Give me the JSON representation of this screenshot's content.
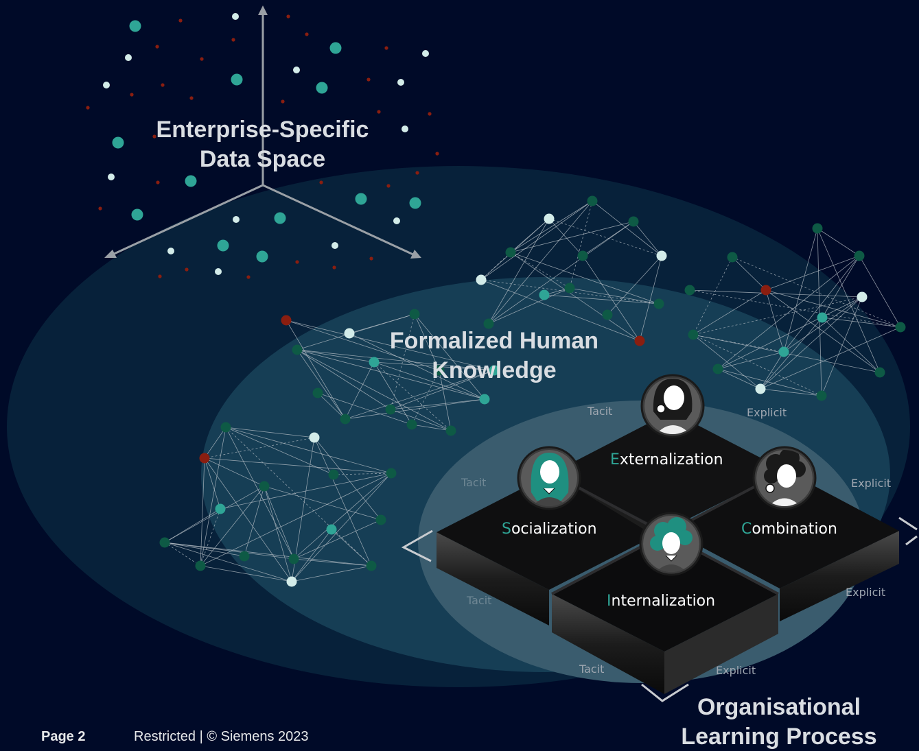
{
  "labels": {
    "data_space": "Enterprise-Specific Data Space",
    "human_knowledge": "Formalized Human Knowledge",
    "learning_process": "Organisational Learning Process"
  },
  "seci": {
    "externalization": {
      "initial": "E",
      "rest": "xternalization"
    },
    "socialization": {
      "initial": "S",
      "rest": "ocialization"
    },
    "combination": {
      "initial": "C",
      "rest": "ombination"
    },
    "internalization": {
      "initial": "I",
      "rest": "nternalization"
    }
  },
  "flows": {
    "tacit": "Tacit",
    "explicit": "Explicit"
  },
  "footer": {
    "page": "Page 2",
    "restricted": "Restricted | © Siemens 2023"
  },
  "colors": {
    "background": "#000a28",
    "outer_ellipse": "#07213a",
    "middle_ellipse": "#163e55",
    "inner_ellipse": "#3a5c6e",
    "teal_accent": "#2fa596",
    "dark_green": "#0e5a45",
    "light_node": "#d3ece9",
    "red_node": "#8a1e10"
  },
  "icons": [
    "axes-icon",
    "network-graph-icon",
    "person-avatar-icon",
    "tile-platform-icon",
    "cycle-arrow-icon"
  ]
}
